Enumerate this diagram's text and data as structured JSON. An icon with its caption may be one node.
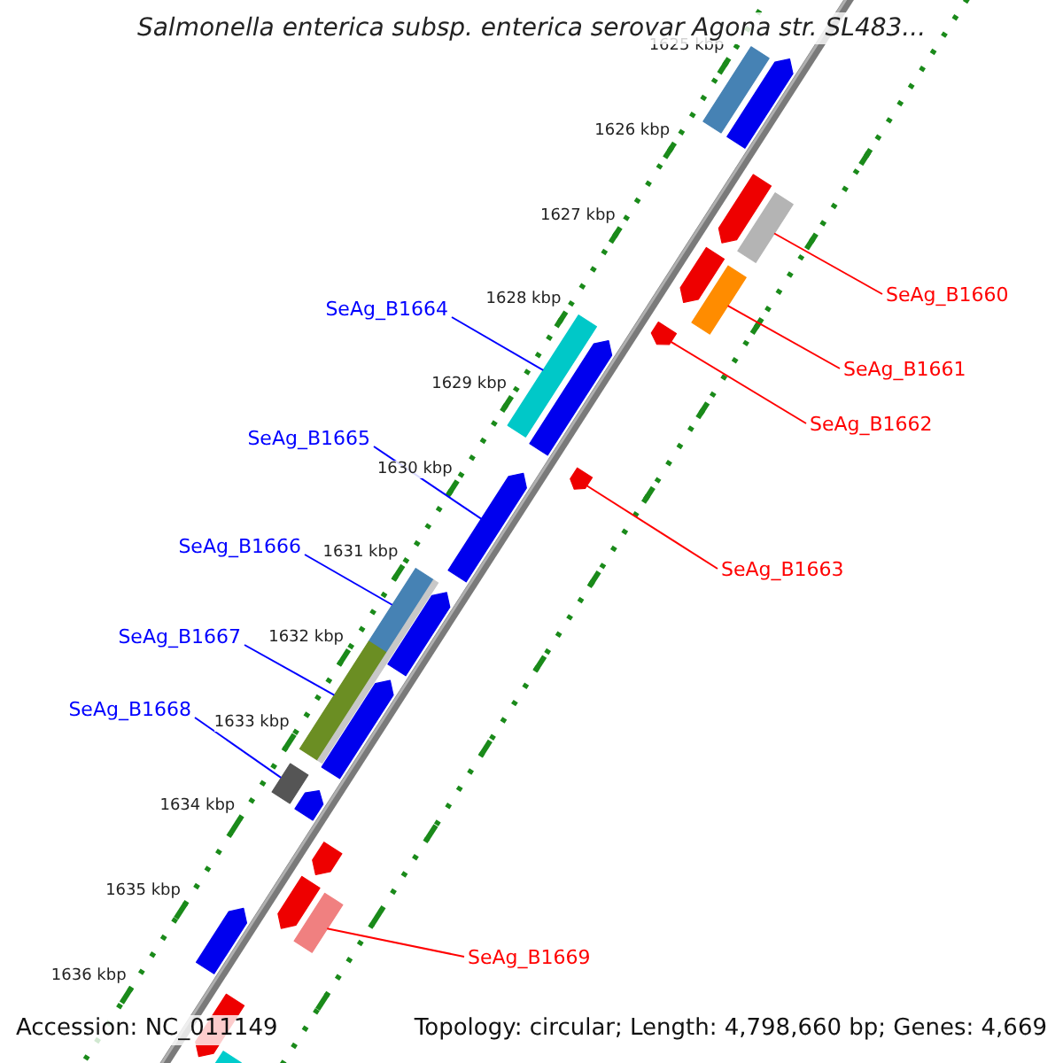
{
  "diagram": {
    "title": "Salmonella enterica subsp. enterica serovar Agona str. SL483...",
    "nodes": [
      {
        "text": [
          "SeAg_B1660"
        ]
      },
      {
        "text": [],
        "shape": "bar"
      },
      {
        "text": [
          "SeAg_B1661"
        ]
      },
      {
        "text": [],
        "shape": "bar"
      },
      {
        "text": [
          "SeAg_B1662"
        ]
      },
      {
        "text": [],
        "shape": "bar"
      },
      {
        "text": [
          "SeAg_B1663"
        ]
      },
      {
        "text": [],
        "shape": "bar"
      },
      {
        "text": [
          "SeAg_B1664"
        ]
      },
      {
        "text": [],
        "shape": "bar"
      },
      {
        "text": [
          "SeAg_B1665"
        ]
      },
      {
        "text": [],
        "shape": "bar"
      },
      {
        "text": [
          "SeAg_B1666"
        ]
      },
      {
        "text": [],
        "shape": "bar"
      },
      {
        "text": [
          "SeAg_B1667"
        ]
      },
      {
        "text": [],
        "shape": "bar"
      },
      {
        "text": [
          "SeAg_B1668"
        ]
      },
      {
        "text": [],
        "shape": "bar"
      },
      {
        "text": [
          "SeAg_B1669"
        ]
      },
      {
        "text": [],
        "shape": "bar"
      },
      {
        "text": [],
        "shape": "bar"
      },
      {
        "text": [],
        "shape": "bar"
      },
      {
        "text": [],
        "shape": "bar"
      },
      {
        "text": [],
        "shape": "bar"
      },
      {
        "text": [],
        "shape": "bar"
      },
      {
        "text": [],
        "shape": "bar"
      },
      {
        "text": [],
        "shape": "bar"
      },
      {
        "text": [],
        "shape": "bar"
      },
      {
        "text": [],
        "shape": "bar"
      },
      {
        "text": [],
        "shape": "bar"
      },
      {
        "text": [],
        "shape": "bar"
      },
      {
        "text": [],
        "shape": "bar"
      },
      {
        "text": [],
        "shape": "bar"
      },
      {
        "text": [],
        "shape": "bar"
      }
    ],
    "edges": [
      {
        "from": 0,
        "to": 1,
        "arrow": "none",
        "color": "#ff0000"
      },
      {
        "from": 2,
        "to": 3,
        "arrow": "none",
        "color": "#ff0000"
      },
      {
        "from": 4,
        "to": 5,
        "arrow": "none",
        "color": "#ff0000"
      },
      {
        "from": 6,
        "to": 7,
        "arrow": "none",
        "color": "#ff0000"
      },
      {
        "from": 8,
        "to": 9,
        "arrow": "none",
        "color": "#0000ff"
      },
      {
        "from": 10,
        "to": 11,
        "arrow": "none",
        "color": "#0000ff"
      },
      {
        "from": 12,
        "to": 13,
        "arrow": "none",
        "color": "#0000ff"
      },
      {
        "from": 14,
        "to": 15,
        "arrow": "none",
        "color": "#0000ff"
      },
      {
        "from": 16,
        "to": 17,
        "arrow": "none",
        "color": "#0000ff"
      },
      {
        "from": 18,
        "to": 19,
        "arrow": "none",
        "color": "#ff0000"
      }
    ],
    "labels": [
      "1625 kbp",
      "1626 kbp",
      "1627 kbp",
      "1628 kbp",
      "1629 kbp",
      "1630 kbp",
      "1631 kbp",
      "1632 kbp",
      "1633 kbp",
      "1634 kbp",
      "1635 kbp",
      "1636 kbp",
      "Accession: NC_011149",
      "Topology: circular; Length: 4,798,660 bp; Genes: 4,669"
    ]
  }
}
